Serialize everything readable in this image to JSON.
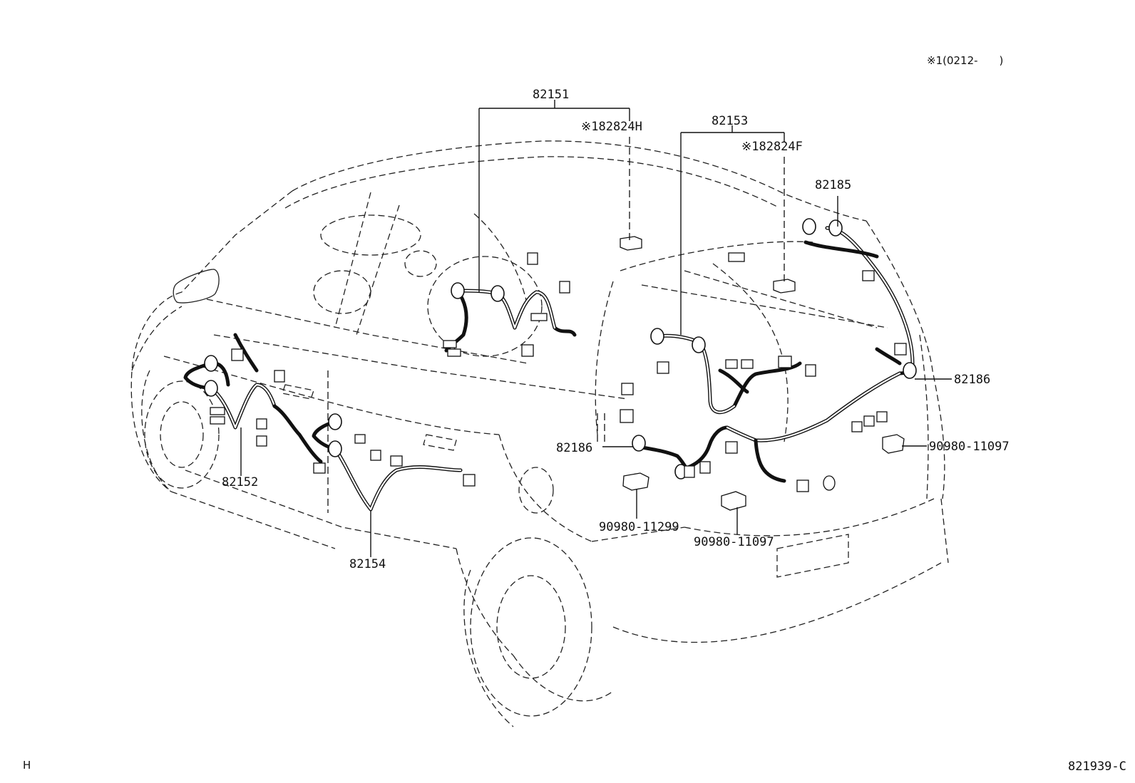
{
  "header": {
    "note": "※1(0212-　　)"
  },
  "footer": {
    "left_code": "H",
    "right_code": "821939-C"
  },
  "parts": {
    "p82151": "82151",
    "p82824h": "※182824H",
    "p82153": "82153",
    "p82824f": "※182824F",
    "p82185": "82185",
    "p82186_right": "82186",
    "p90980_11097_right": "90980-11097",
    "p82186_center": "82186",
    "p90980_11299": "90980-11299",
    "p90980_11097_center": "90980-11097",
    "p82152": "82152",
    "p82154": "82154"
  }
}
